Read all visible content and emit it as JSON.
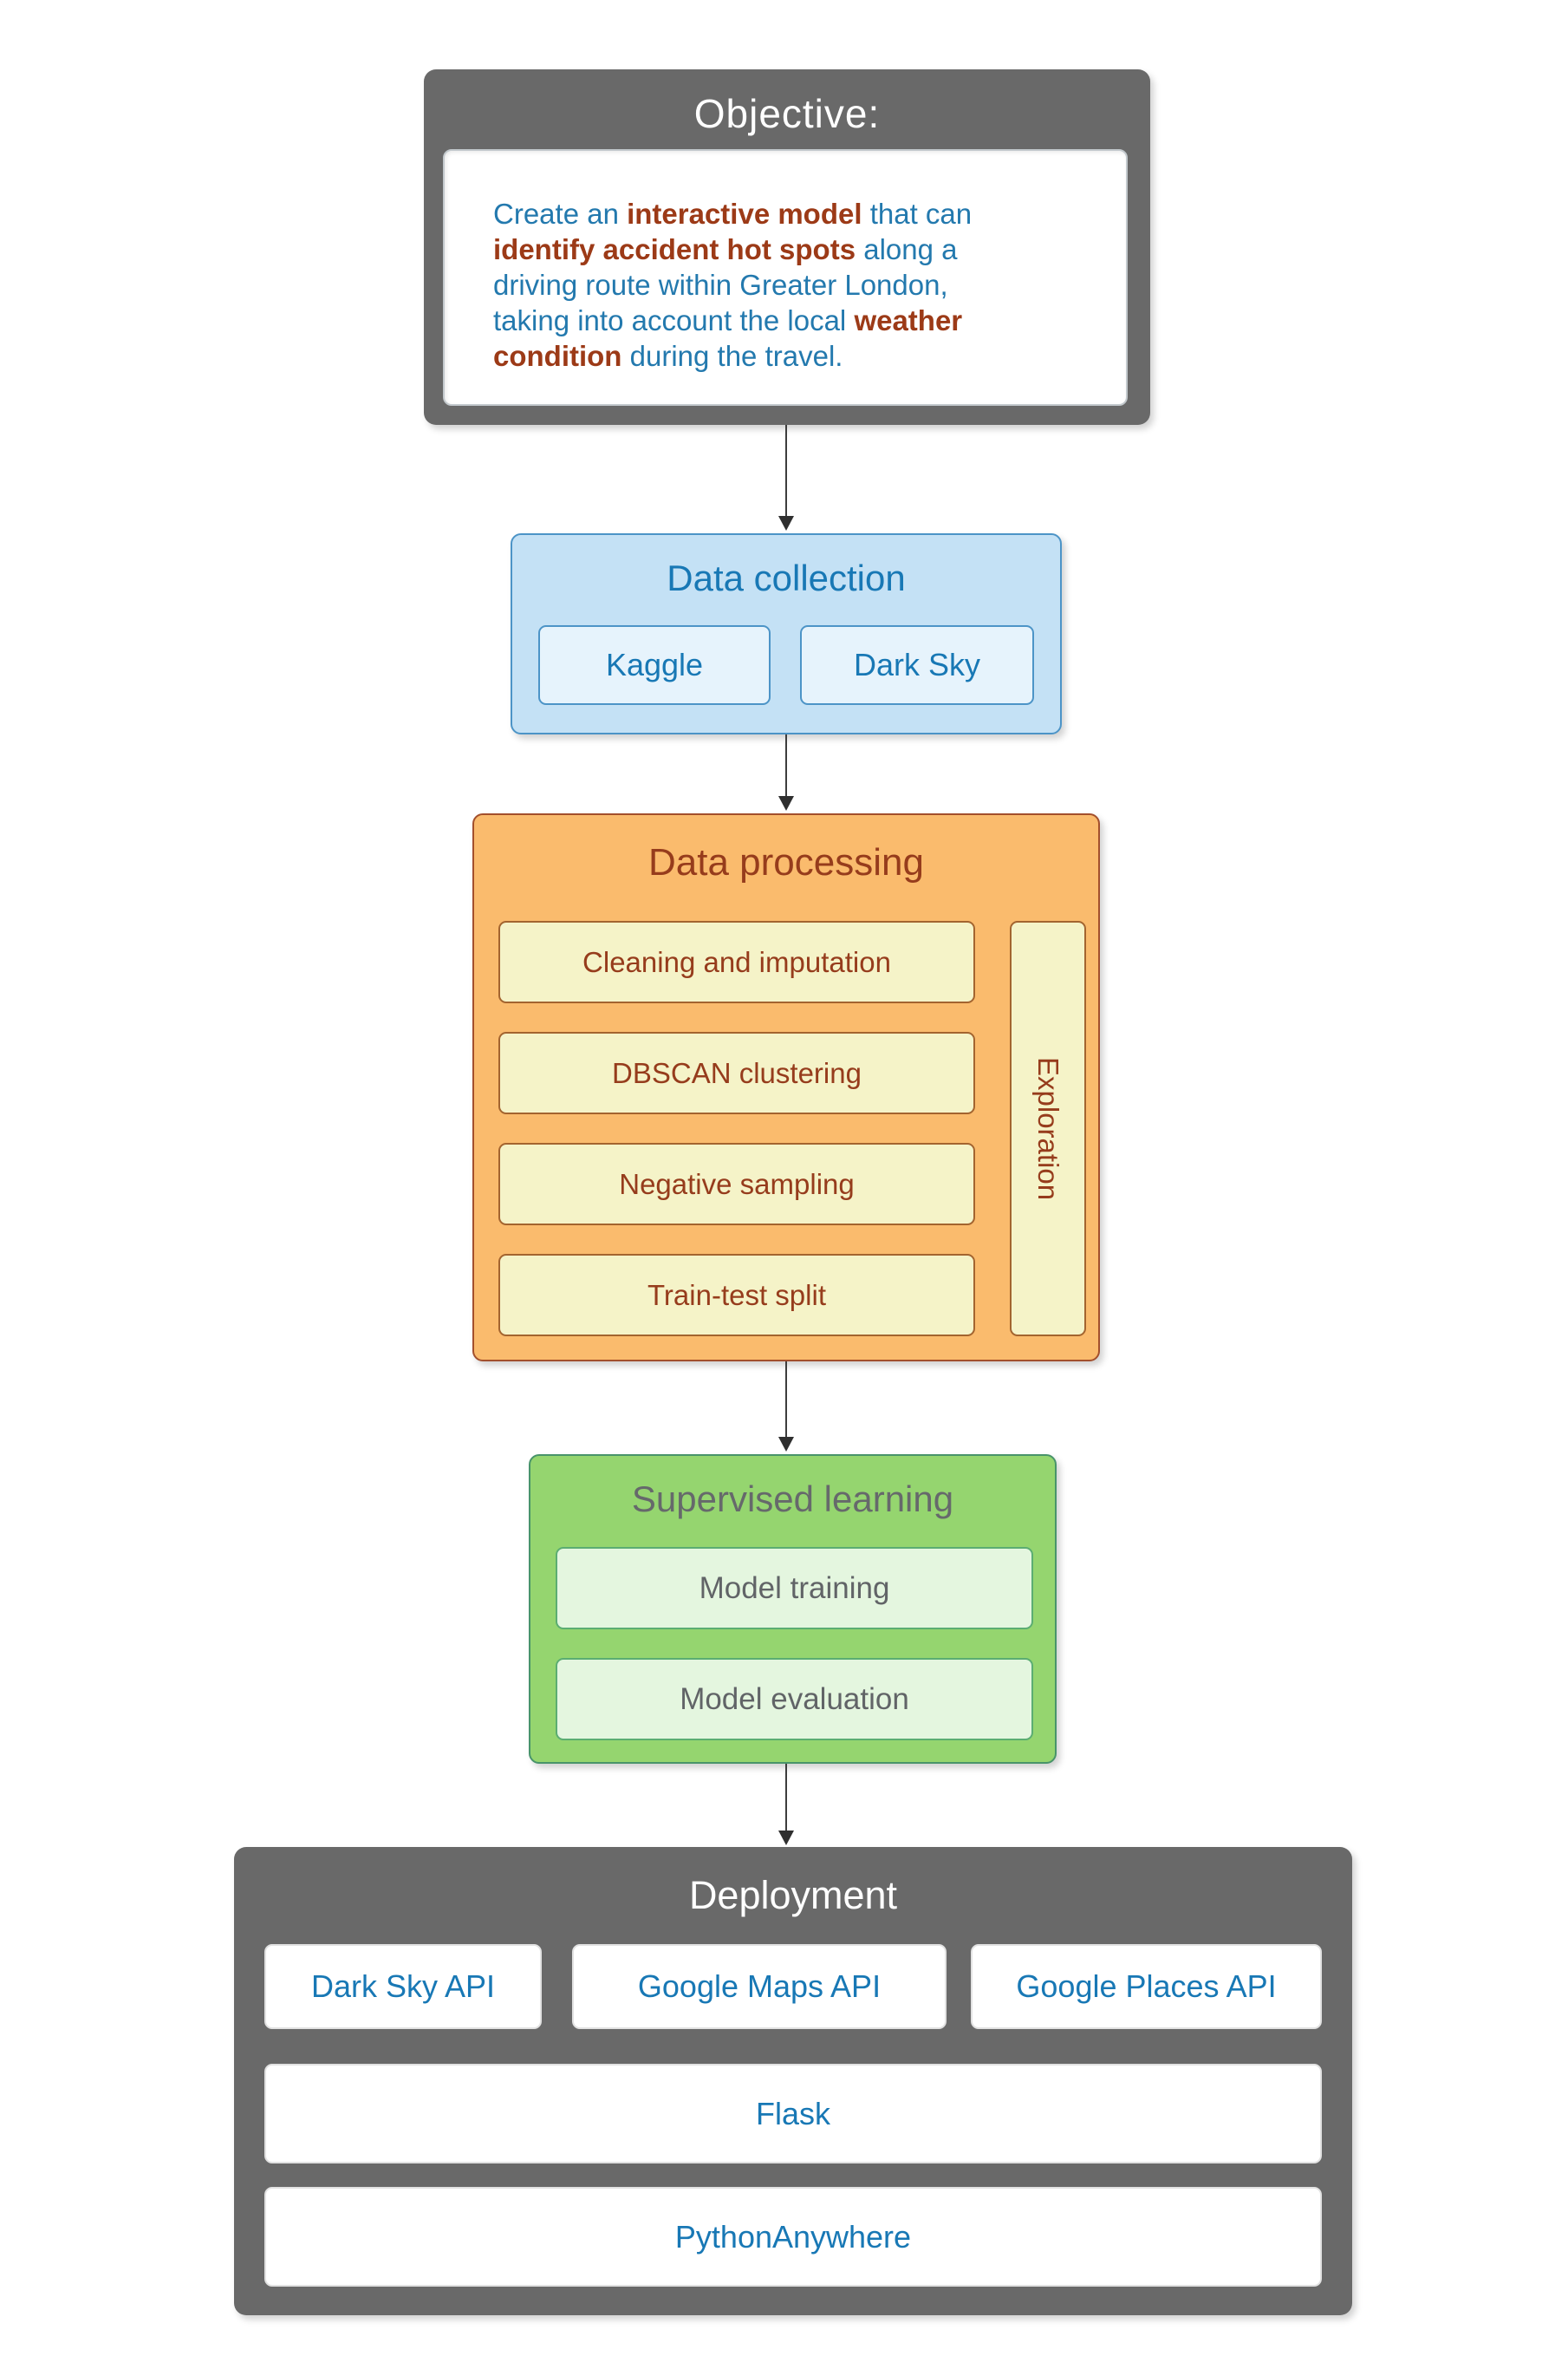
{
  "colors": {
    "section_gray": "#696969",
    "blue_fill": "#c4e1f5",
    "blue_sub_fill": "#e6f3fc",
    "blue_border": "#4c94c7",
    "blue_text": "#1878b5",
    "orange_fill": "#fabb6d",
    "orange_border": "#a34f2c",
    "yellow_sub_fill": "#f5f3c8",
    "brown_text": "#963c1c",
    "green_fill": "#95d56f",
    "green_border": "#48946a",
    "green_sub_fill": "#e4f6df",
    "gray_text": "#66696b",
    "body_blue": "#2379ae",
    "body_brown": "#9c3a17",
    "arrow": "#2f2f2f"
  },
  "nodes": {
    "objective": {
      "title": "Objective:",
      "body_segments": [
        {
          "text": "Create an ",
          "style": "blue"
        },
        {
          "text": "interactive model",
          "style": "brown"
        },
        {
          "text": " that can\n",
          "style": "blue"
        },
        {
          "text": "identify accident hot spots",
          "style": "brown"
        },
        {
          "text": " along a\ndriving route within Greater London,\ntaking into account the local ",
          "style": "blue"
        },
        {
          "text": "weather\ncondition",
          "style": "brown"
        },
        {
          "text": " during the travel.",
          "style": "blue"
        }
      ]
    },
    "data_collection": {
      "title": "Data collection",
      "items": [
        "Kaggle",
        "Dark Sky"
      ]
    },
    "data_processing": {
      "title": "Data processing",
      "items": [
        "Cleaning and imputation",
        "DBSCAN clustering",
        "Negative sampling",
        "Train-test split"
      ],
      "side_label": "Exploration"
    },
    "supervised_learning": {
      "title": "Supervised learning",
      "items": [
        "Model training",
        "Model evaluation"
      ]
    },
    "deployment": {
      "title": "Deployment",
      "api_items": [
        "Dark Sky API",
        "Google Maps API",
        "Google Places API"
      ],
      "full_items": [
        "Flask",
        "PythonAnywhere"
      ]
    }
  }
}
